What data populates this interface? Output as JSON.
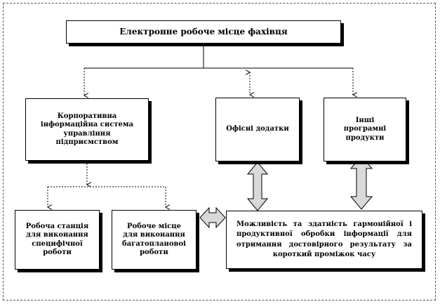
{
  "diagram": {
    "title": "Електронне робоче місце фахівця",
    "nodes": {
      "corporate_system": "Корпоративна\nінформаційна  система\nуправління\nпідприємством",
      "office_apps": "Офісні  додатки",
      "other_software": "Інші\nпрограмні\nпродукти",
      "workstation": "Робоча  станція\nдля виконання\nспецифічної\nроботи",
      "workplace": "Робоче  місце\nдля виконання\nбагатоплановоі\nроботи",
      "ability": "Можливість  та  здатність  гармонійної  і  продуктивної  обробки  інформації  для  отримання  достовірного  результату  за  короткий  проміжок  часу"
    },
    "colors": {
      "line": "#000000",
      "arrow_fill": "#d9d9d9",
      "frame": "#555555"
    }
  }
}
